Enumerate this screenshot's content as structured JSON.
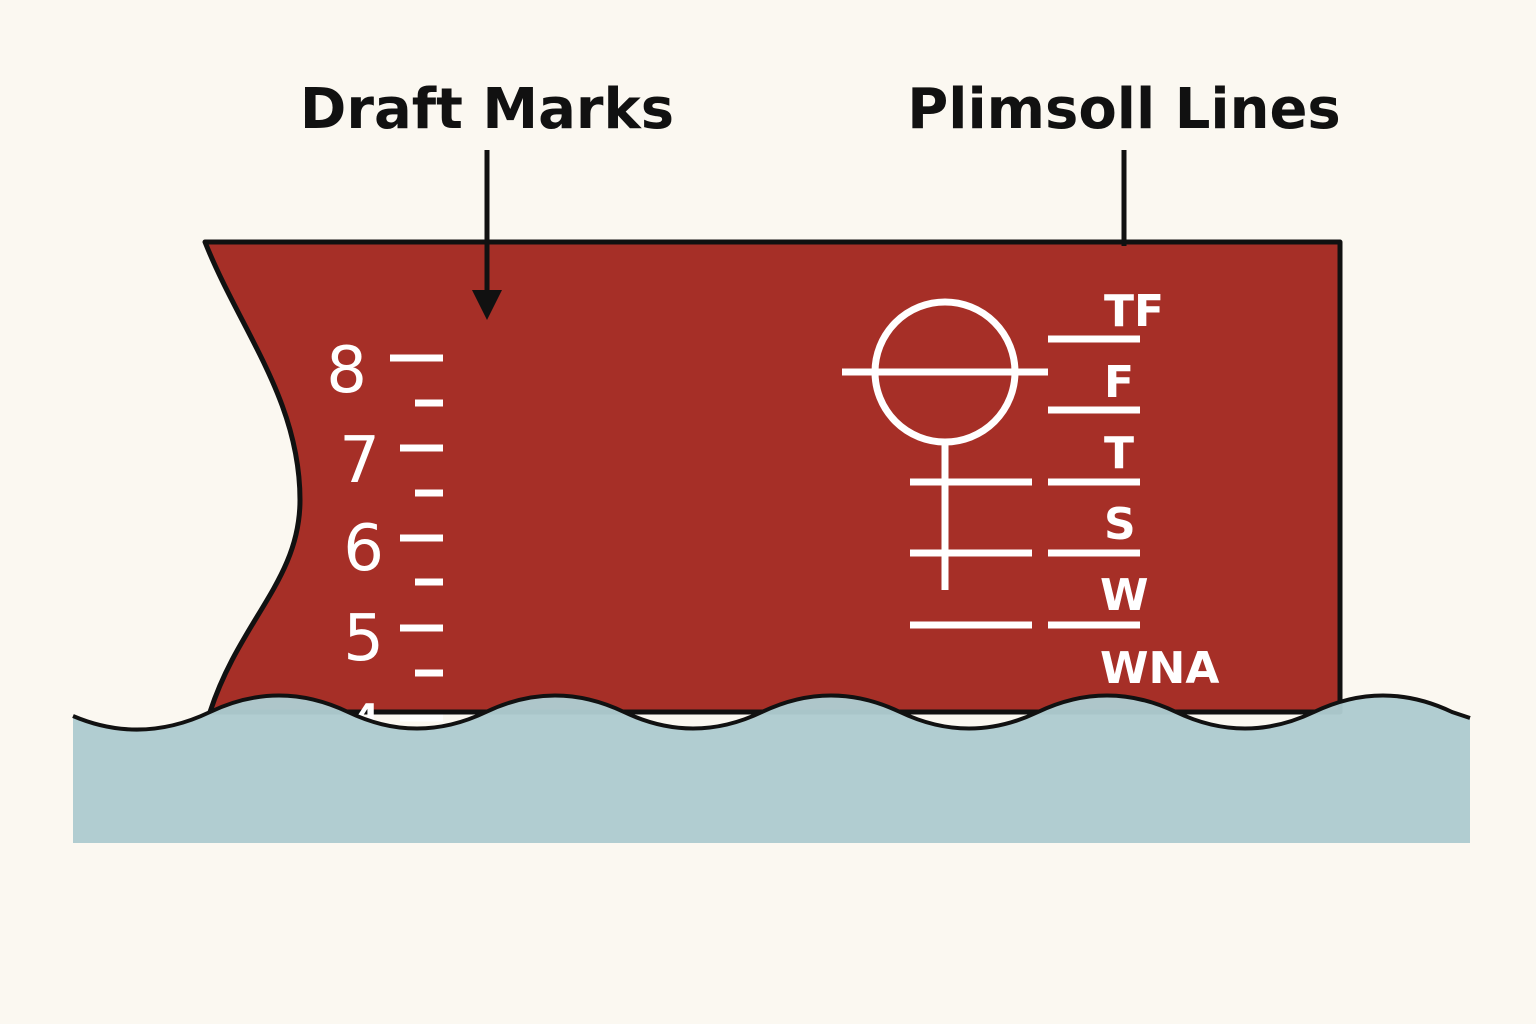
{
  "colors": {
    "background": "#fbf8f1",
    "hull": "#a62f27",
    "hull_outline": "#111111",
    "water": "#aecbcf",
    "marks": "#ffffff",
    "text": "#111111"
  },
  "callouts": {
    "draft_marks": "Draft Marks",
    "plimsoll_lines": "Plimsoll Lines"
  },
  "draft_marks": {
    "numbers": [
      "8",
      "7",
      "6",
      "5",
      "4"
    ]
  },
  "load_lines": {
    "labels": [
      "TF",
      "F",
      "T",
      "S",
      "W",
      "WNA"
    ]
  }
}
